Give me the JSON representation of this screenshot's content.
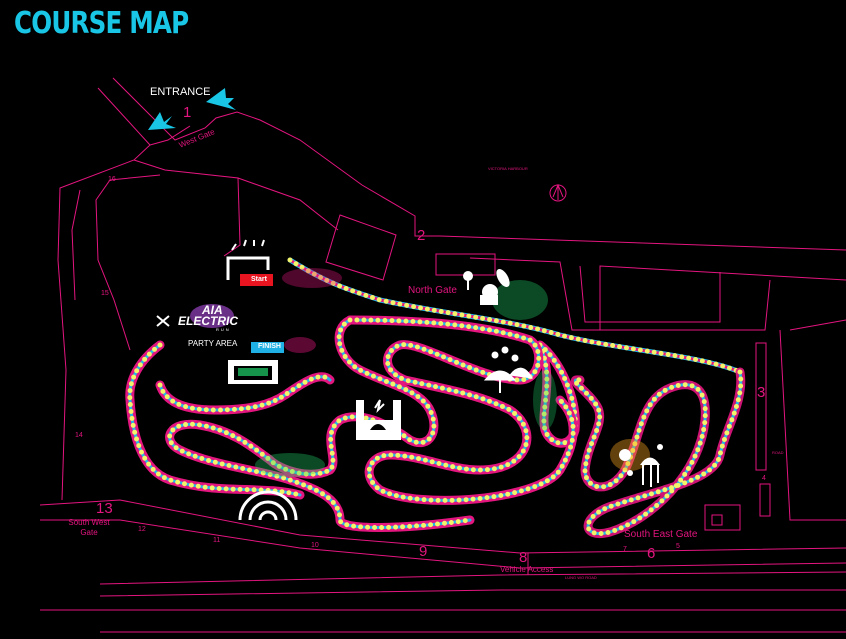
{
  "title": "COURSE MAP",
  "entrance": "ENTRANCE",
  "start": "Start",
  "finish": "FINISH",
  "finish_arch": "FINISH",
  "logo": {
    "aia": "AIA",
    "electric": "ELECTRIC",
    "run": "RUN"
  },
  "party_area": "PARTY AREA",
  "gates": {
    "west": "West Gate",
    "north": "North Gate",
    "south_west": "South West Gate",
    "south_east": "South East Gate",
    "vehicle": "Vehicle Access"
  },
  "numbers": {
    "n1": "1",
    "n2": "2",
    "n3": "3",
    "n4": "4",
    "n5": "5",
    "n6": "6",
    "n7": "7",
    "n8": "8",
    "n9": "9",
    "n10": "10",
    "n11": "11",
    "n12": "12",
    "n13": "13",
    "n14": "14",
    "n15": "15",
    "n16": "16"
  },
  "streets": {
    "victoria": "VICTORIA HARBOUR",
    "lung_wo": "LUNG WO ROAD",
    "road_right": "ROAD"
  },
  "icons": [
    "compass-icon",
    "start-arch-icon",
    "finish-arch-icon",
    "candy-icon",
    "umbrella-icon",
    "castle-icon",
    "jellyfish-icon",
    "dome-icon",
    "entrance-arrow-icon"
  ],
  "colors": {
    "title": "#19c6e6",
    "map_lines": "#e3157f",
    "route_yellow": "#f4f46a",
    "route_cyan": "#23b6e8",
    "start_badge": "#e8141f",
    "finish_badge": "#1fb1e6"
  }
}
